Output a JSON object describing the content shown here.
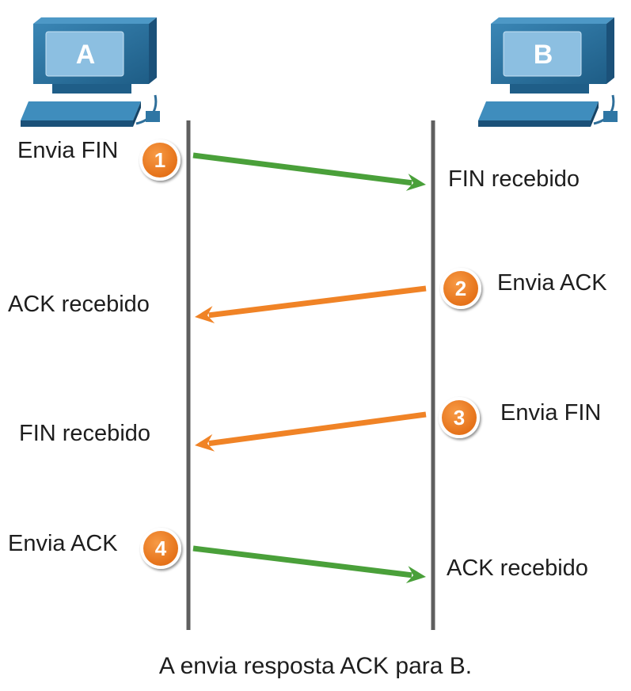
{
  "hosts": {
    "a": {
      "label": "A"
    },
    "b": {
      "label": "B"
    }
  },
  "steps": [
    {
      "number": "1",
      "left_text": "Envia FIN",
      "right_text": "FIN recebido",
      "direction": "A-to-B"
    },
    {
      "number": "2",
      "left_text": "ACK recebido",
      "right_text": "Envia ACK",
      "direction": "B-to-A"
    },
    {
      "number": "3",
      "left_text": "FIN recebido",
      "right_text": "Envia FIN",
      "direction": "B-to-A"
    },
    {
      "number": "4",
      "left_text": "Envia ACK",
      "right_text": "ACK recebido",
      "direction": "A-to-B"
    }
  ],
  "caption": "A envia resposta ACK para B.",
  "colors": {
    "arrow_a_to_b": "#4aa03a",
    "arrow_b_to_a": "#f08326",
    "badge": "#ef7b26",
    "badge_ring": "#ffffff",
    "timeline": "#5f5f5f",
    "computer_body": "#2a6f9b",
    "computer_screen": "#7fb3d8",
    "text": "#1e1e1e"
  }
}
